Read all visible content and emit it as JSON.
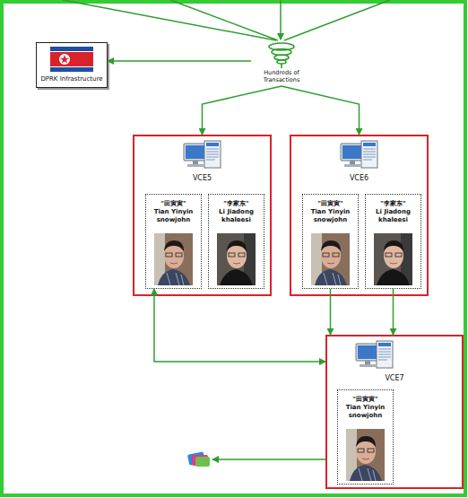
{
  "diagram": {
    "nodes": [
      {
        "text": [
          "Hundreds of Transactions"
        ]
      },
      {
        "text": [
          "DPRK Infrastructure"
        ]
      },
      {
        "text": [
          "VCE5"
        ]
      },
      {
        "text": [
          "\"田寅寅\"",
          "Tian Yinyin",
          "snowjohn"
        ],
        "in": 2
      },
      {
        "text": [
          "\"李家东\"",
          "Li Jiadong",
          "khaleesi"
        ],
        "in": 2
      },
      {
        "text": [
          "VCE6"
        ]
      },
      {
        "text": [
          "\"田寅寅\"",
          "Tian Yinyin",
          "snowjohn"
        ],
        "in": 5
      },
      {
        "text": [
          "\"李家东\"",
          "Li Jiadong",
          "khaleesi"
        ],
        "in": 5
      },
      {
        "text": [
          "VCE7"
        ]
      },
      {
        "text": [
          "\"田寅寅\"",
          "Tian Yinyin",
          "snowjohn"
        ],
        "in": 8
      }
    ],
    "edges": [
      {
        "from": 0,
        "to": 1,
        "arrow": "to"
      },
      {
        "from": 0,
        "to": 2,
        "arrow": "to"
      },
      {
        "from": 0,
        "to": 5,
        "arrow": "to"
      },
      {
        "from": 6,
        "to": 8,
        "arrow": "to"
      },
      {
        "from": 7,
        "to": 8,
        "arrow": "to"
      },
      {
        "from": 3,
        "to": 8,
        "arrow": "both"
      }
    ]
  }
}
